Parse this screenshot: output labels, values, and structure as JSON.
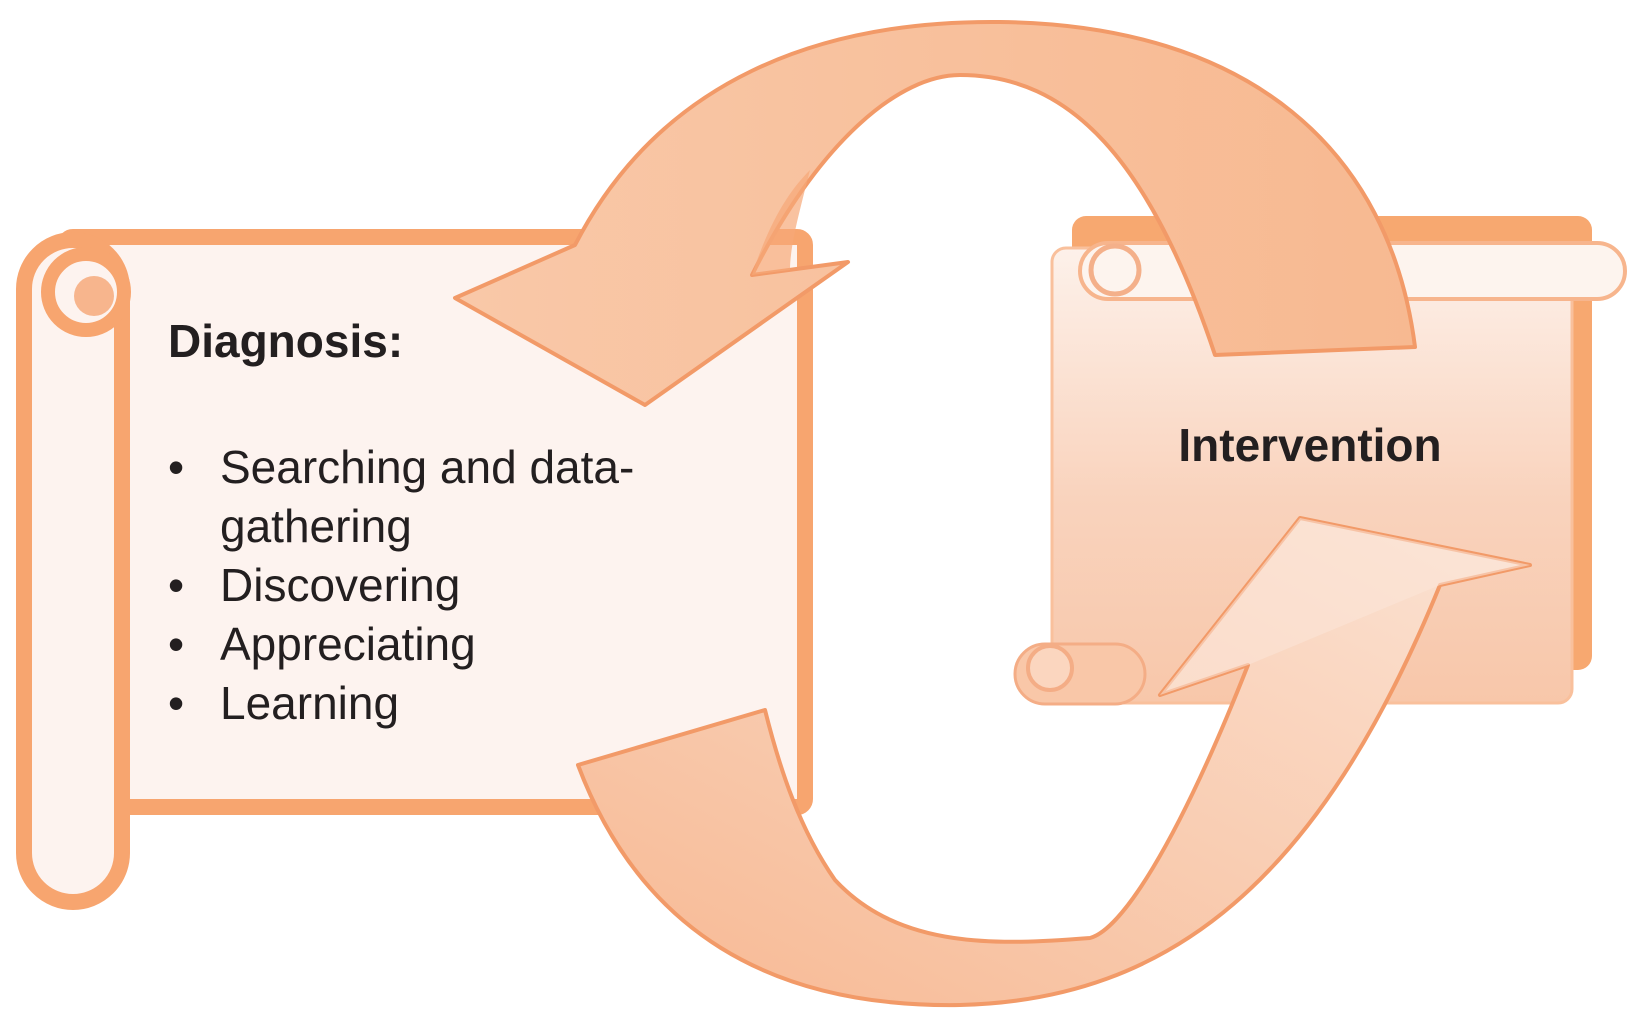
{
  "diagnosis": {
    "title": "Diagnosis:",
    "items": [
      "Searching and data-gathering",
      "Discovering",
      "Appreciating",
      "Learning"
    ]
  },
  "intervention": {
    "title": "Intervention"
  },
  "colors": {
    "scroll_border": "#f7a56f",
    "scroll_fill": "#fdf3ef",
    "arrow_fill": "#f7bf9c",
    "arrow_edge": "#f29a68",
    "text": "#231f20"
  }
}
